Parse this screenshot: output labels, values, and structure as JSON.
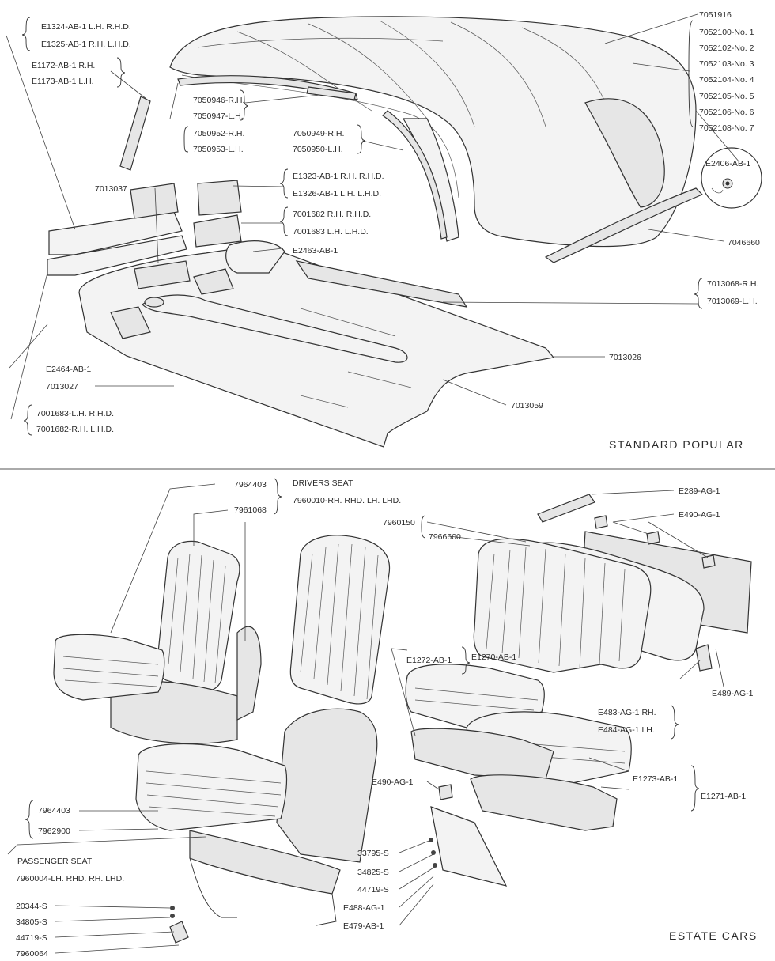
{
  "top_section": {
    "title": "STANDARD POPULAR",
    "labels": {
      "e1324": "E1324-AB-1  L.H. R.H.D.",
      "e1325": "E1325-AB-1  R.H. L.H.D.",
      "e1172": "E1172-AB-1  R.H.",
      "e1173": "E1173-AB-1  L.H.",
      "p7050946": "7050946-R.H.",
      "p7050947": "7050947-L.H.",
      "p7050952": "7050952-R.H.",
      "p7050953": "7050953-L.H.",
      "p7050949": "7050949-R.H.",
      "p7050950": "7050950-L.H.",
      "p7013037": "7013037",
      "e1323": "E1323-AB-1  R.H.  R.H.D.",
      "e1326": "E1326-AB-1  L.H.  L.H.D.",
      "p7001682a": "7001682  R.H.  R.H.D.",
      "p7001683a": "7001683  L.H.  L.H.D.",
      "e2463": "E2463-AB-1",
      "p7051916": "7051916",
      "p7052100": "7052100-No. 1",
      "p7052102": "7052102-No. 2",
      "p7052103": "7052103-No. 3",
      "p7052104": "7052104-No. 4",
      "p7052105": "7052105-No. 5",
      "p7052106": "7052106-No. 6",
      "p7052108": "7052108-No. 7",
      "e2406": "E2406-AB-1",
      "p7046660": "7046660",
      "p7013068": "7013068-R.H.",
      "p7013069": "7013069-L.H.",
      "p7013026": "7013026",
      "e2464": "E2464-AB-1",
      "p7013027": "7013027",
      "p7013059": "7013059",
      "p7001683b": "7001683-L.H.  R.H.D.",
      "p7001682b": "7001682-R.H.  L.H.D."
    }
  },
  "bottom_section": {
    "title": "ESTATE CARS",
    "labels": {
      "p7964403a": "7964403",
      "p7961068": "7961068",
      "drivers_seat": "DRIVERS SEAT",
      "p7960010": "7960010-RH. RHD. LH. LHD.",
      "p7960150": "7960150",
      "p7966600": "7966600",
      "e289": "E289-AG-1",
      "e490a": "E490-AG-1",
      "e1272": "E1272-AB-1",
      "e1270": "E1270-AB-1",
      "e483": "E483-AG-1 RH.",
      "e484": "E484-AG-1 LH.",
      "e489": "E489-AG-1",
      "e1273": "E1273-AB-1",
      "e1271": "E1271-AB-1",
      "e490b": "E490-AG-1",
      "p7964403b": "7964403",
      "p7962900": "7962900",
      "passenger_seat": "PASSENGER SEAT",
      "p7960004": "7960004-LH. RHD. RH. LHD.",
      "s33795": "33795-S",
      "s34825": "34825-S",
      "s44719a": "44719-S",
      "e488": "E488-AG-1",
      "e479": "E479-AB-1",
      "s20344": "20344-S",
      "s34805": "34805-S",
      "s44719b": "44719-S",
      "p7960064": "7960064"
    }
  }
}
